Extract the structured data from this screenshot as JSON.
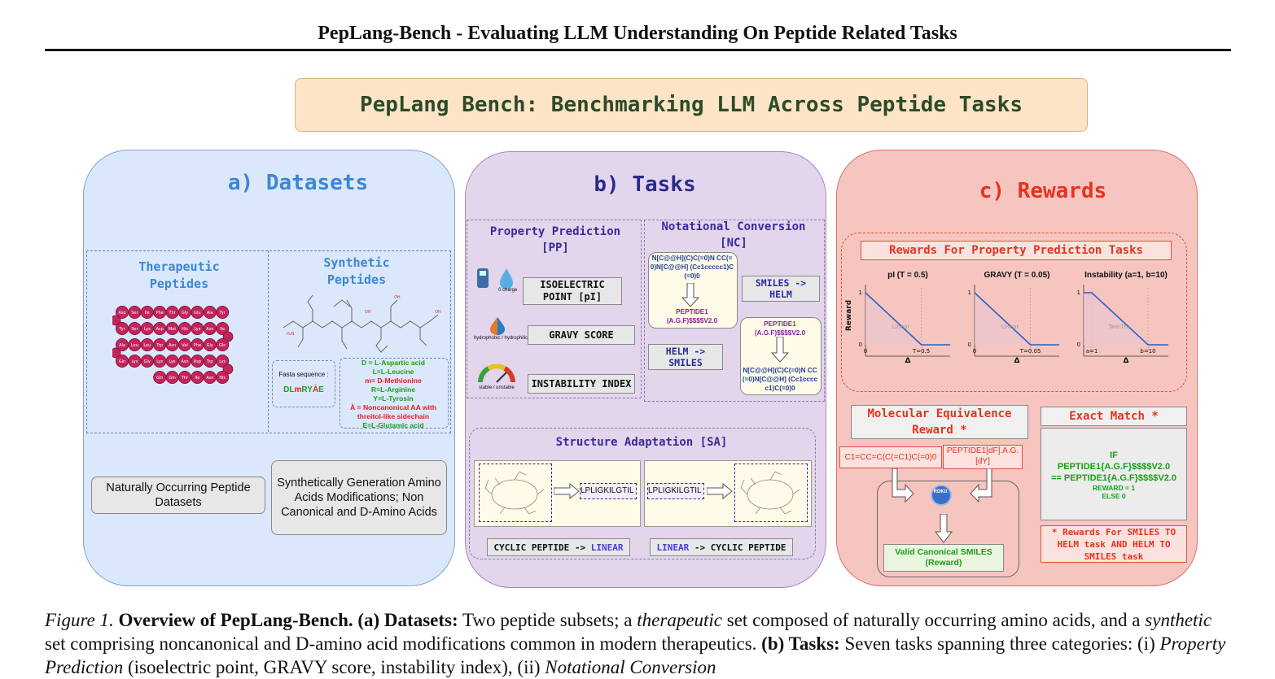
{
  "header": {
    "running_title": "PepLang-Bench - Evaluating LLM Understanding On Peptide Related Tasks"
  },
  "banner": {
    "title": "PepLang Bench: Benchmarking LLM Across Peptide Tasks"
  },
  "datasets": {
    "title": "a) Datasets",
    "therapeutic_title": "Therapeutic Peptides",
    "synthetic_title": "Synthetic Peptides",
    "helix_residues": [
      "Tyr",
      "Ala",
      "Glu",
      "Gly",
      "Thr",
      "Phe",
      "Ile",
      "Ser",
      "Asp",
      "Tyr",
      "Ser",
      "Lys",
      "Asp",
      "Met",
      "His",
      "Lys",
      "Asn",
      "Ile",
      "Gln",
      "Gly",
      "Phe",
      "Val",
      "Asn",
      "Trp",
      "Leu",
      "Leu",
      "Ala",
      "Gln",
      "Lys",
      "Gly",
      "Lys",
      "Lys",
      "Asn",
      "Asp",
      "Trp",
      "Lys",
      "His",
      "Asn",
      "Ile",
      "Thr",
      "Gln",
      "Gln"
    ],
    "fasta_label": "Fasta sequence :",
    "fasta_seq": {
      "p1": "DL",
      "p2": "m",
      "p3": "RY",
      "p4": "À",
      "p5": "E"
    },
    "legend": {
      "l1": "D = L-Aspartic acid",
      "l2": "L=L-Leucine",
      "l3": "m= D-Methionine",
      "l4": "R=L-Arginine",
      "l5": "Y=L-Tyrosin",
      "l6": "À  = Noncanonical AA with threitol-like sidechain",
      "l7": "E=L-Glutamic acid"
    },
    "natural_box": "Naturally Occurring Peptide Datasets",
    "synthetic_box": "Synthetically Generation Amino Acids  Modifications; Non Canonical and  D-Amino Acids"
  },
  "tasks": {
    "title": "b) Tasks",
    "pp_title": "Property Prediction [PP]",
    "nc_title": "Notational Conversion [NC]",
    "pp_items": {
      "isoelectric": "ISOELECTRIC POINT [pI]",
      "gravy": "GRAVY SCORE",
      "instability": "INSTABILITY INDEX"
    },
    "icon_labels": {
      "charge": "0 charge",
      "hydro": "hydrophobic / hydrophilic",
      "stable": "stable / unstable"
    },
    "nc_smiles_top": "N[C@@H](C)C(=0)N CC(=0)N[C@@H] (Cc1ccccc1)C(=0)0",
    "nc_helm_top": "PEPTIDE1 (A.G.F)$$$$V2.0",
    "nc_smiles_to_helm": "SMILES -> HELM",
    "nc_helm_to_smiles": "HELM -> SMILES",
    "nc_helm_bottom": "PEPTIDE1 (A.G.F)$$$$V2.0",
    "nc_smiles_bottom": "N[C@@H](C)C(=0)N CC(=0)N[C@@H] (Cc1ccccc1)C(=0)0",
    "sa_title": "Structure Adaptation [SA]",
    "sa_seq_left": "LPLIGKILGTIL",
    "sa_seq_right": "LPLIGKILGTIL",
    "sa_label_left": {
      "a": "CYCLIC PEPTIDE",
      "b": " -> ",
      "c": "LINEAR"
    },
    "sa_label_right": {
      "a": "LINEAR",
      "b": " -> ",
      "c": "CYCLIC PEPTIDE"
    }
  },
  "rewards": {
    "title": "c) Rewards",
    "pp_title": "Rewards For Property Prediction Tasks",
    "mini_charts": [
      {
        "title": "pI  (T = 0.5)",
        "ylabel": "Reward",
        "xlabel": "Δ",
        "x_ticks": [
          "0",
          "T=0.5"
        ],
        "y_ticks": [
          "0",
          "1"
        ],
        "annotation": "Linear"
      },
      {
        "title": "GRAVY  (T = 0.05)",
        "ylabel": "",
        "xlabel": "Δ",
        "x_ticks": [
          "0",
          "T=0.05"
        ],
        "y_ticks": [
          "0",
          "1"
        ],
        "annotation": "Linear"
      },
      {
        "title": "Instability  (a=1, b=10)",
        "ylabel": "",
        "xlabel": "Δ",
        "x_ticks": [
          "a=1",
          "b=10"
        ],
        "y_ticks": [
          "0",
          "1"
        ],
        "annotation": "Two-Thr"
      }
    ],
    "mol_title": "Molecular Equivalence Reward *",
    "mol_smiles": "C1=CC=C(C(=C1)C(=0)0",
    "mol_helm": "PEPTIDE1[dF].A.G.[dY]",
    "rdkit_label": "RDKit",
    "mol_output": "Valid Canonical SMILES (Reward)",
    "exact_title": "Exact Match *",
    "exact_code": {
      "l1": "IF",
      "l2": "PEPTIDE1{A.G.F}$$$$V2.0",
      "l3": "== PEPTIDE1{A.G.F}$$$$V2.0",
      "l4": "REWARD = 1",
      "l5": "ELSE 0"
    },
    "footnote": "* Rewards For SMILES TO HELM task AND HELM TO SMILES task"
  },
  "caption": {
    "fig": "Figure 1.",
    "bold1": "Overview of PepLang-Bench.",
    "bold2": "(a) Datasets:",
    "t1": " Two peptide subsets; a ",
    "i1": "therapeutic",
    "t2": " set composed of naturally occurring amino acids, and a ",
    "i2": "synthetic",
    "t3": " set comprising noncanonical and D-amino acid modifications common in modern therapeutics. ",
    "bold3": "(b) Tasks:",
    "t4": " Seven tasks spanning three categories: (i) ",
    "i3": "Property Prediction",
    "t5": " (isoelectric point, GRAVY score, instability index), (ii) ",
    "i4": "Notational Conversion"
  },
  "colors": {
    "panel_a": "#dbe8fb",
    "panel_b": "#e3d5ec",
    "panel_c": "#f6c5c0",
    "banner": "#fde4c6",
    "title_a": "#3b86d6",
    "title_b": "#2b2a8a",
    "title_c": "#e8321e"
  }
}
